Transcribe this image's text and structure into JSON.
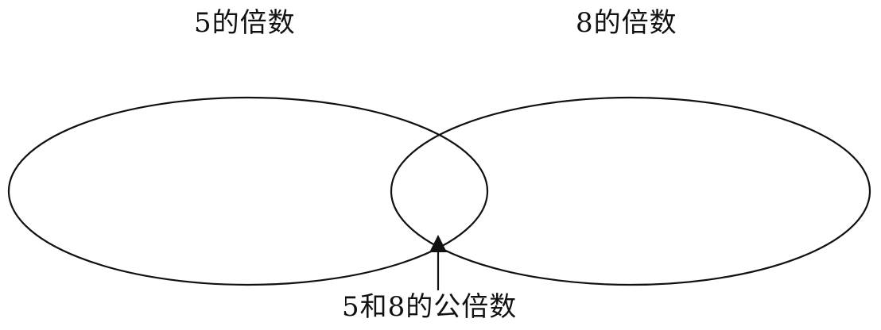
{
  "diagram": {
    "set_a_label": "5的倍数",
    "set_b_label": "8的倍数",
    "intersection_label": "5和8的公倍数",
    "stroke_color": "#111111"
  }
}
